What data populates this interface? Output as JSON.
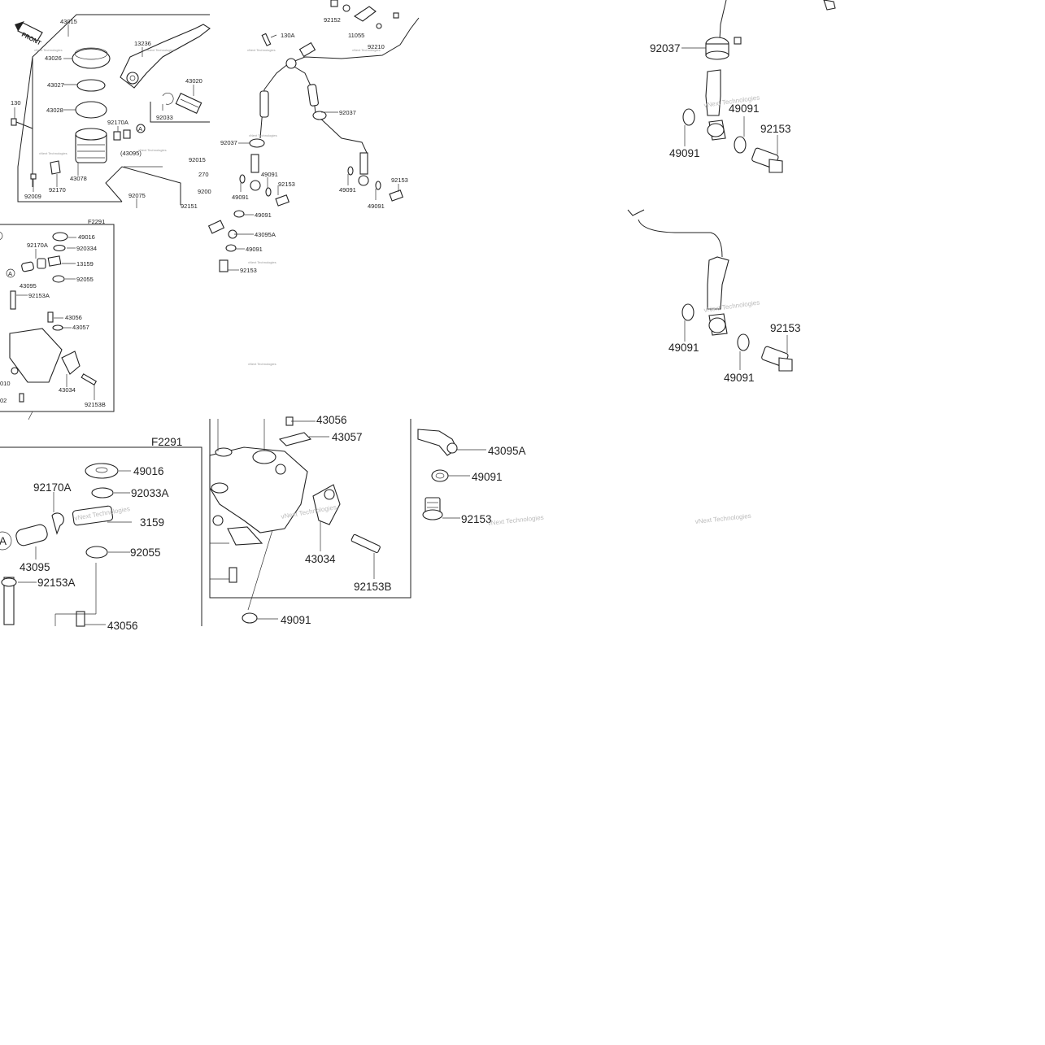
{
  "front_badge": "FRONT",
  "frame_code": "F2291",
  "watermark": "vNext Technologies",
  "overview_labels": {
    "l43015": "43015",
    "l43026": "43026",
    "l13236": "13236",
    "l43027": "43027",
    "l43020": "43020",
    "l130": "130",
    "l43028": "43028",
    "l92170A": "92170A",
    "l92033": "92033",
    "lA": "A",
    "l43095p": "(43095)",
    "l92015": "92015",
    "l270": "270",
    "l43078": "43078",
    "l92009": "92009",
    "l92170": "92170",
    "l92075": "92075",
    "l92151": "92151",
    "l9200": "9200",
    "l130A": "130A",
    "l92152": "92152",
    "l11055": "11055",
    "l92210": "92210",
    "l92037a": "92037",
    "l92037b": "92037",
    "l49091a": "49091",
    "l49091b": "49091",
    "l92153a": "92153",
    "l49091c": "49091",
    "l49091d": "49091",
    "l92153b": "92153",
    "l49091e": "49091",
    "l43095A": "43095A",
    "l49091f": "49091",
    "l92153c": "92153"
  },
  "detail_small_labels": {
    "d49016": "49016",
    "d92170A": "92170A",
    "d92033A": "920334",
    "d13159": "13159",
    "dA": "A",
    "d43095": "43095",
    "d92055": "92055",
    "d92153A": "92153A",
    "d43056": "43056",
    "d43057": "43057",
    "d43034": "43034",
    "d92153B": "92153B",
    "d010": "010",
    "d02": "02"
  },
  "detail_large_labels": {
    "L49016": "49016",
    "L92170A": "92170A",
    "L92033A": "92033A",
    "L13159": "3159",
    "LA": "A",
    "L43095": "43095",
    "L92055": "92055",
    "L92153A": "92153A",
    "L43056a": "43056",
    "L43056b": "43056",
    "L43057": "43057",
    "L43095A": "43095A",
    "L49091a": "49091",
    "L92153": "92153",
    "L43034": "43034",
    "L92153B": "92153B",
    "L49091b": "49091"
  },
  "hose_right_labels": {
    "R92037": "92037",
    "R49091a": "49091",
    "R49091b": "49091",
    "R92153a": "92153",
    "R49091c": "49091",
    "R92153b": "92153",
    "R49091d": "49091"
  }
}
